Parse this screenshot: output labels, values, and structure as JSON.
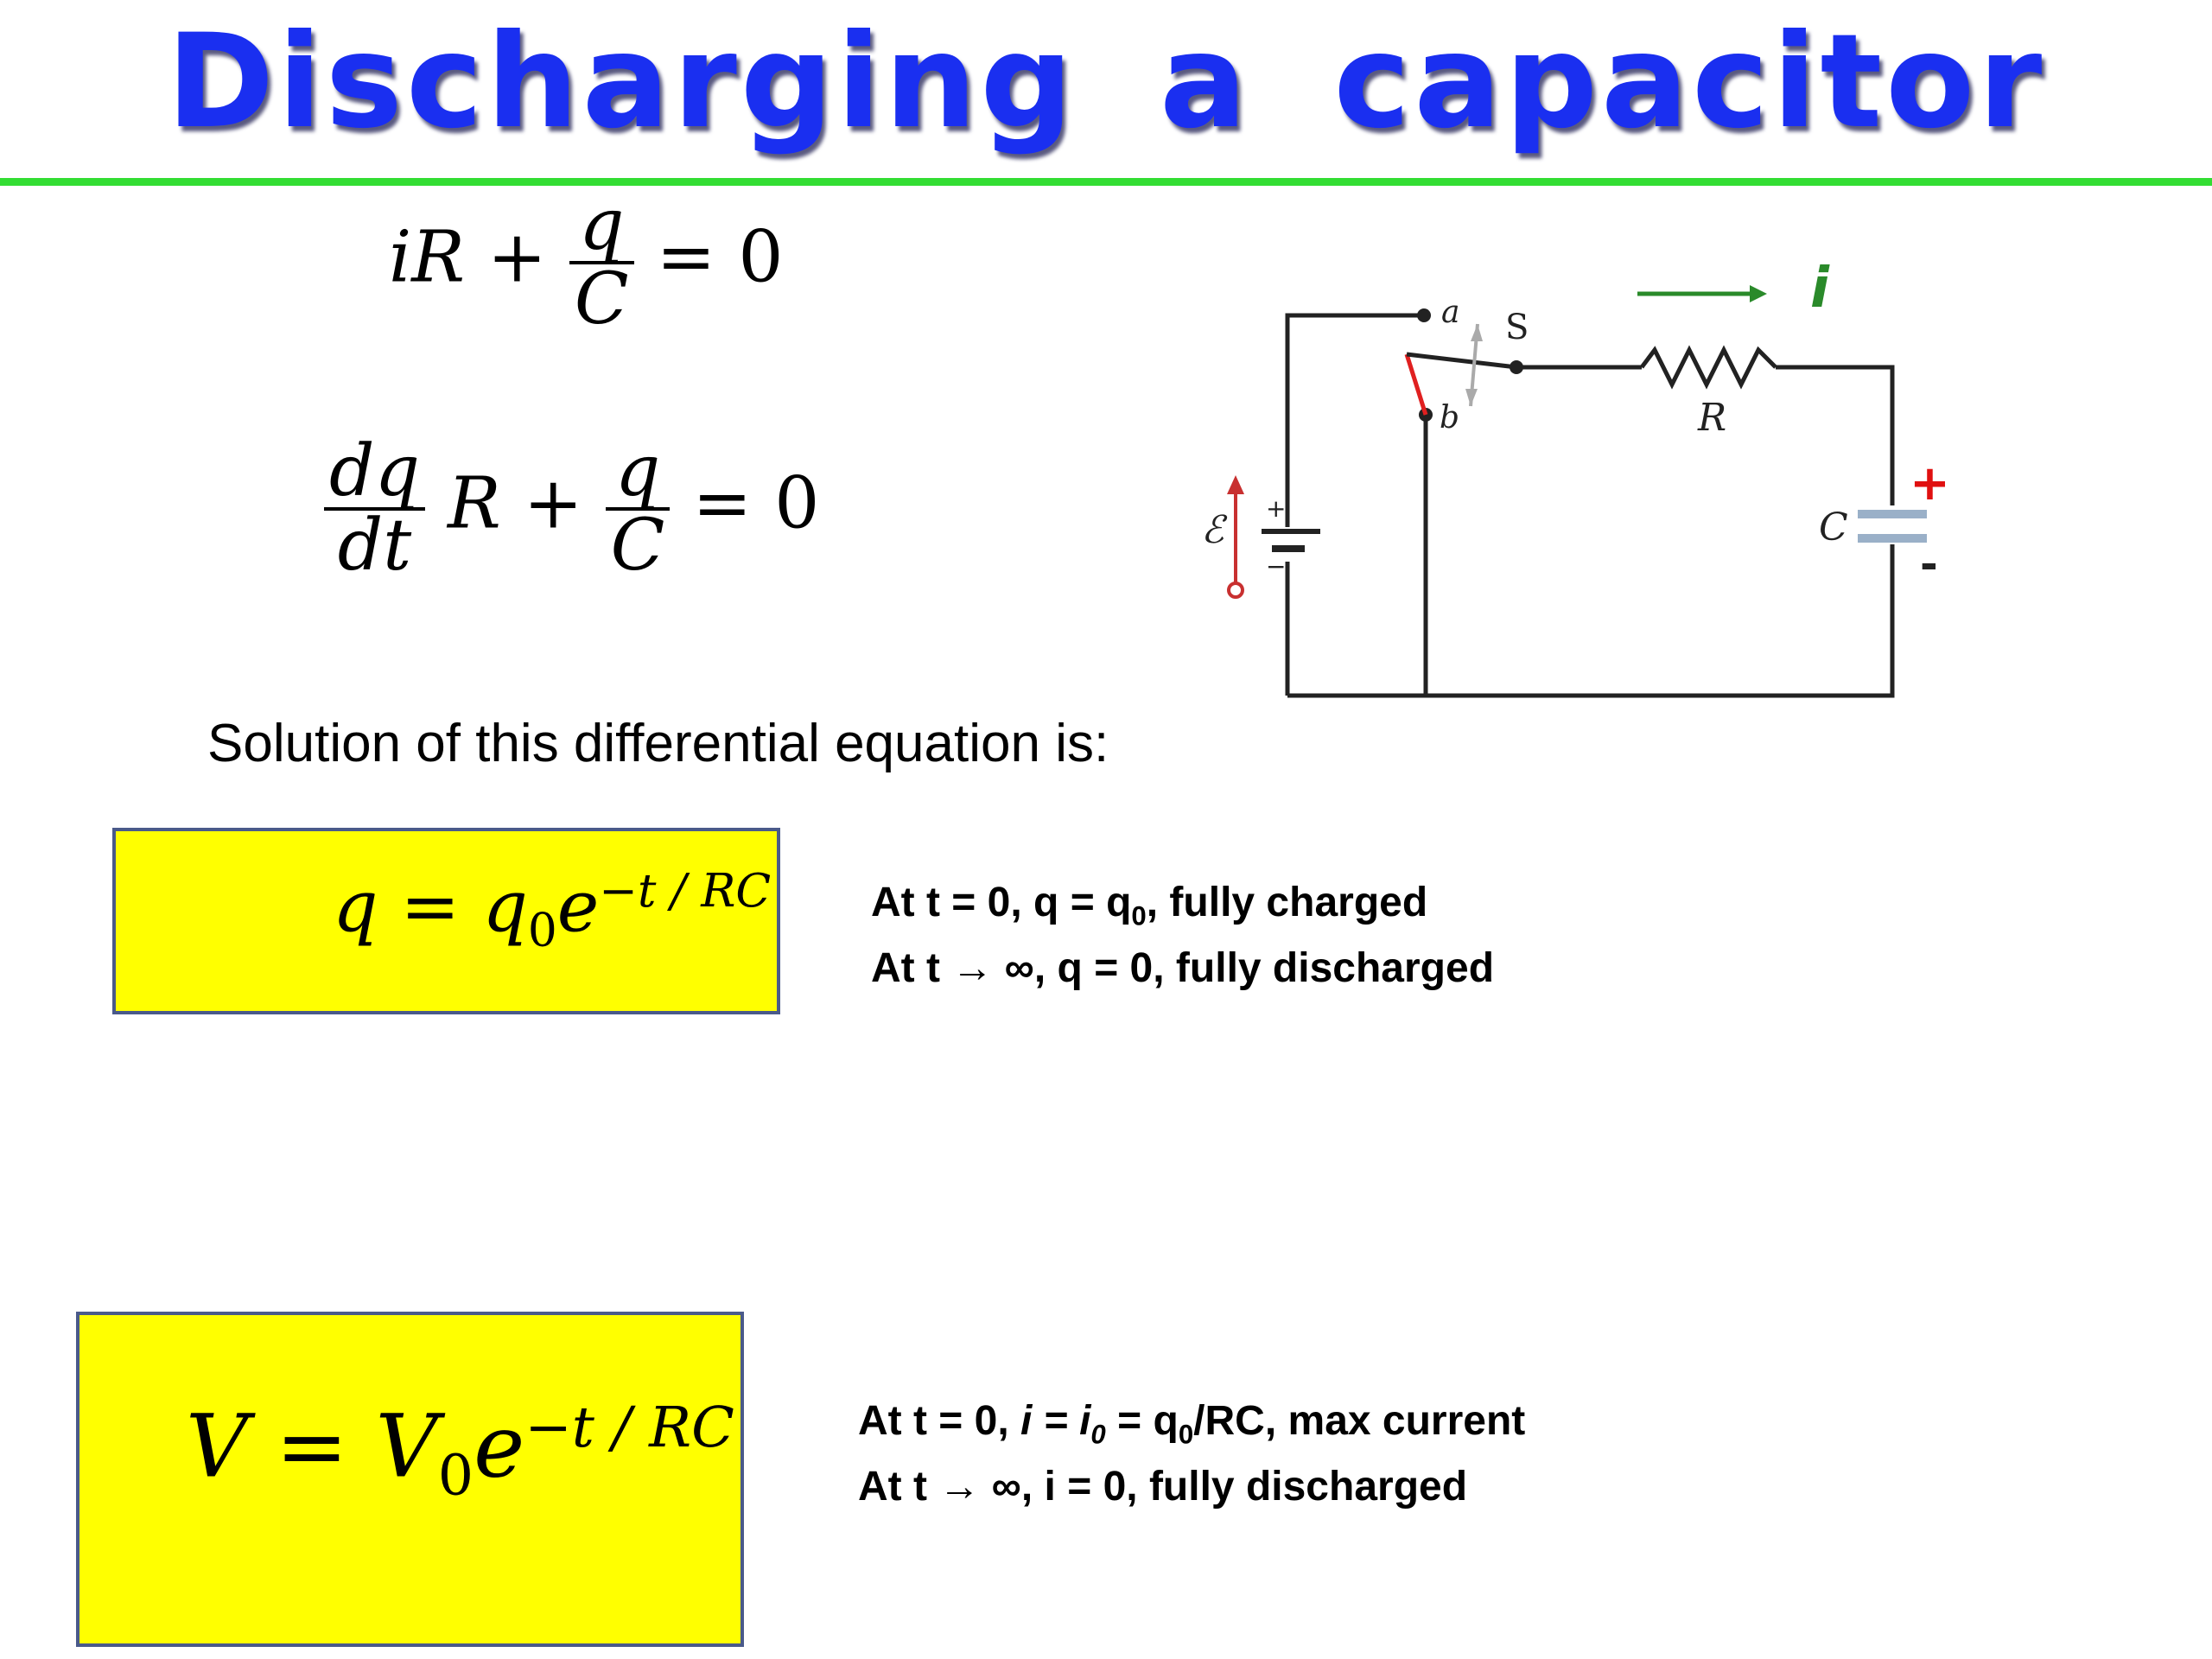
{
  "title": "Discharging a capacitor",
  "equations": {
    "eq1": {
      "a": "iR + ",
      "num": "q",
      "den": "C",
      "rhs": " = 0"
    },
    "eq2": {
      "num1": "dq",
      "den1": "dt",
      "mid": " R + ",
      "num2": "q",
      "den2": "C",
      "rhs": " = 0"
    }
  },
  "solution_text": "Solution of this differential equation is:",
  "box1": {
    "lhs": "q = q",
    "sub": "0",
    "e": "e",
    "exp": "−t / RC"
  },
  "box2": {
    "lhs": "V = V",
    "sub": "0",
    "e": "e",
    "exp": "−t / RC"
  },
  "notes1": {
    "line1_a": "At   t = 0,  q = q",
    "line1_sub": "0",
    "line1_b": ", fully charged",
    "line2": "At   t → ∞, q = 0, fully discharged"
  },
  "notes2": {
    "line1_a": "At   t = 0,  ",
    "line1_i": "i = i",
    "line1_sub": "0",
    "line1_b": " = q",
    "line1_sub2": "0",
    "line1_c": "/RC, max current",
    "line2": "At   t → ∞, i = 0, fully discharged"
  },
  "circuit": {
    "label_a": "a",
    "label_b": "b",
    "label_s": "S",
    "label_r": "R",
    "label_c": "C",
    "label_i": "i",
    "label_emf": "ℰ",
    "plus": "+",
    "minus": "-",
    "batt_plus": "+",
    "batt_minus": "−",
    "colors": {
      "wire": "#222222",
      "switch": "#e02020",
      "current": "#2a8a2a",
      "cap_plate": "#9ab0c8",
      "emf": "#c83030"
    }
  }
}
